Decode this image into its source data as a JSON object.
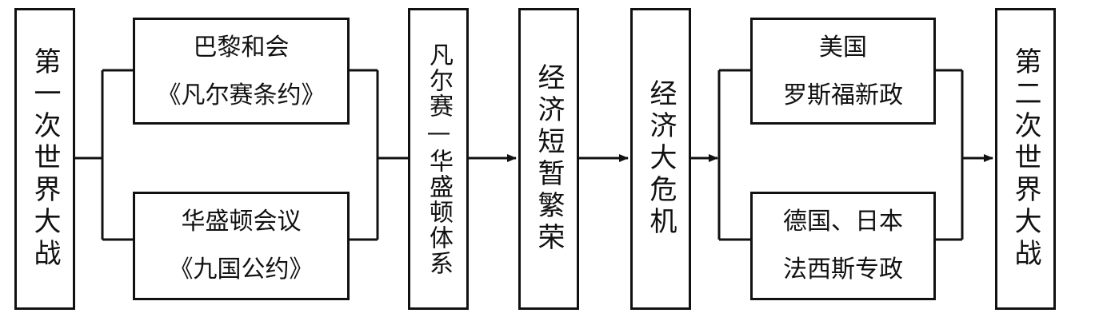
{
  "nodes": {
    "ww1": "第一次世界大战",
    "paris_title": "巴黎和会",
    "paris_sub": "《凡尔赛条约》",
    "washington_title": "华盛顿会议",
    "washington_sub": "《九国公约》",
    "system": "凡尔赛—华盛顿体系",
    "boom": "经济短暂繁荣",
    "crisis": "经济大危机",
    "usa_title": "美国",
    "usa_sub": "罗斯福新政",
    "germany_japan_title": "德国、日本",
    "germany_japan_sub": "法西斯专政",
    "ww2": "第二次世界大战"
  }
}
